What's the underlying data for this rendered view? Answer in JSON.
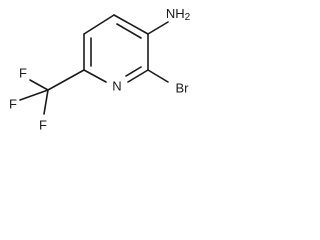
{
  "molecule": {
    "atoms": {
      "amine": "NH",
      "amine_sub": "2",
      "ring_nitrogen": "N",
      "bromine": "Br",
      "fluorine_top": "F",
      "fluorine_left": "F",
      "fluorine_bottom": "F"
    }
  }
}
